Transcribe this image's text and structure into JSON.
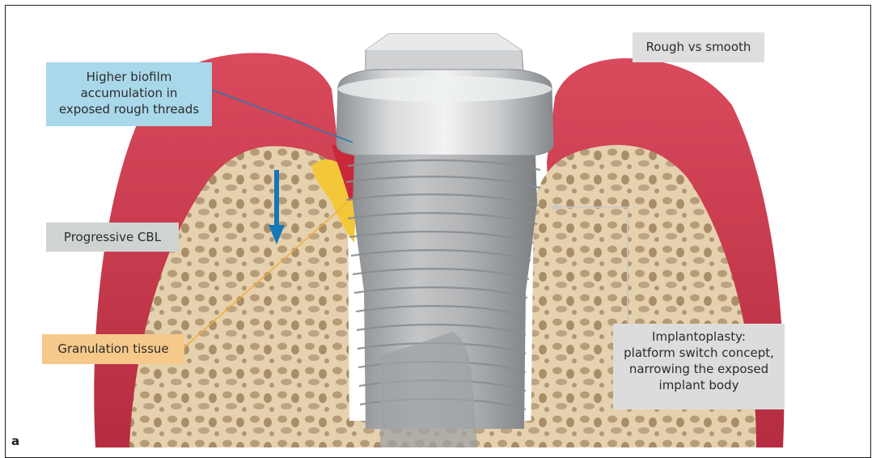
{
  "panel_letter": "a",
  "labels": {
    "biofilm": [
      "Higher biofilm",
      "accumulation in",
      "exposed rough threads"
    ],
    "rough_vs_smooth": "Rough vs smooth",
    "progressive_cbl": "Progressive CBL",
    "granulation": "Granulation tissue",
    "implantoplasty": [
      "Implantoplasty:",
      "platform switch concept,",
      "narrowing the exposed",
      "implant body"
    ]
  },
  "colors": {
    "gingiva": "#c9384a",
    "gingiva_light": "#e89aa0",
    "bone": "#e3cdaa",
    "bone_pores": "#b79f7a",
    "implant": "#b8babd",
    "granulation": "#f2c83a",
    "arrow_blue": "#1577b8",
    "leader_blue": "#2a7ab0",
    "leader_orange": "#f0b040",
    "leader_gray": "#c8c8c8"
  }
}
